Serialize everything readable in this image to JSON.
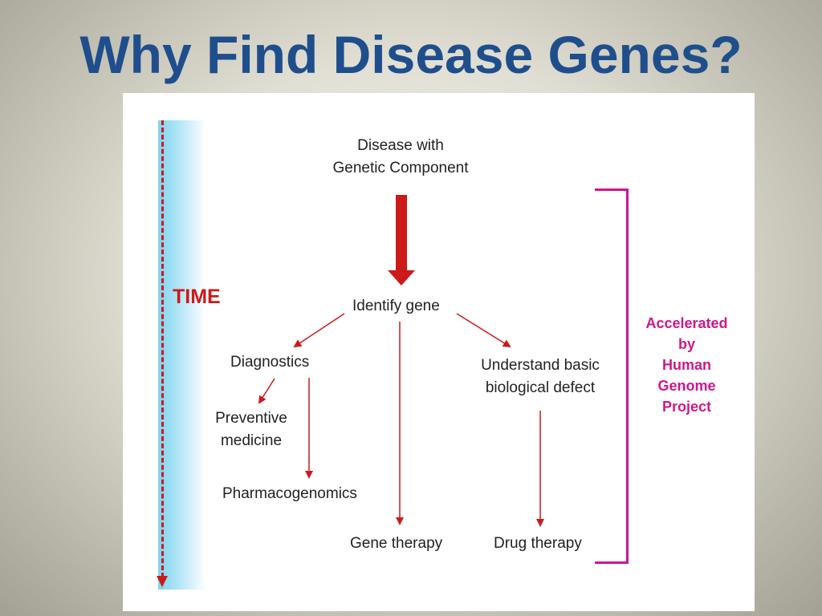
{
  "title": "Why Find Disease Genes?",
  "diagram": {
    "time_label": "TIME",
    "disease_line1": "Disease with",
    "disease_line2": "Genetic Component",
    "identify_gene": "Identify gene",
    "diagnostics": "Diagnostics",
    "preventive_line1": "Preventive",
    "preventive_line2": "medicine",
    "pharmacogenomics": "Pharmacogenomics",
    "gene_therapy": "Gene therapy",
    "understand_line1": "Understand basic",
    "understand_line2": "biological defect",
    "drug_therapy": "Drug therapy",
    "accelerated_label": "Accelerated\nby\nHuman\nGenome\nProject",
    "colors": {
      "title": "#1f4e8c",
      "arrow": "#cc1a1a",
      "bracket": "#d0168c",
      "time_bar": "#7fd4ef"
    }
  }
}
